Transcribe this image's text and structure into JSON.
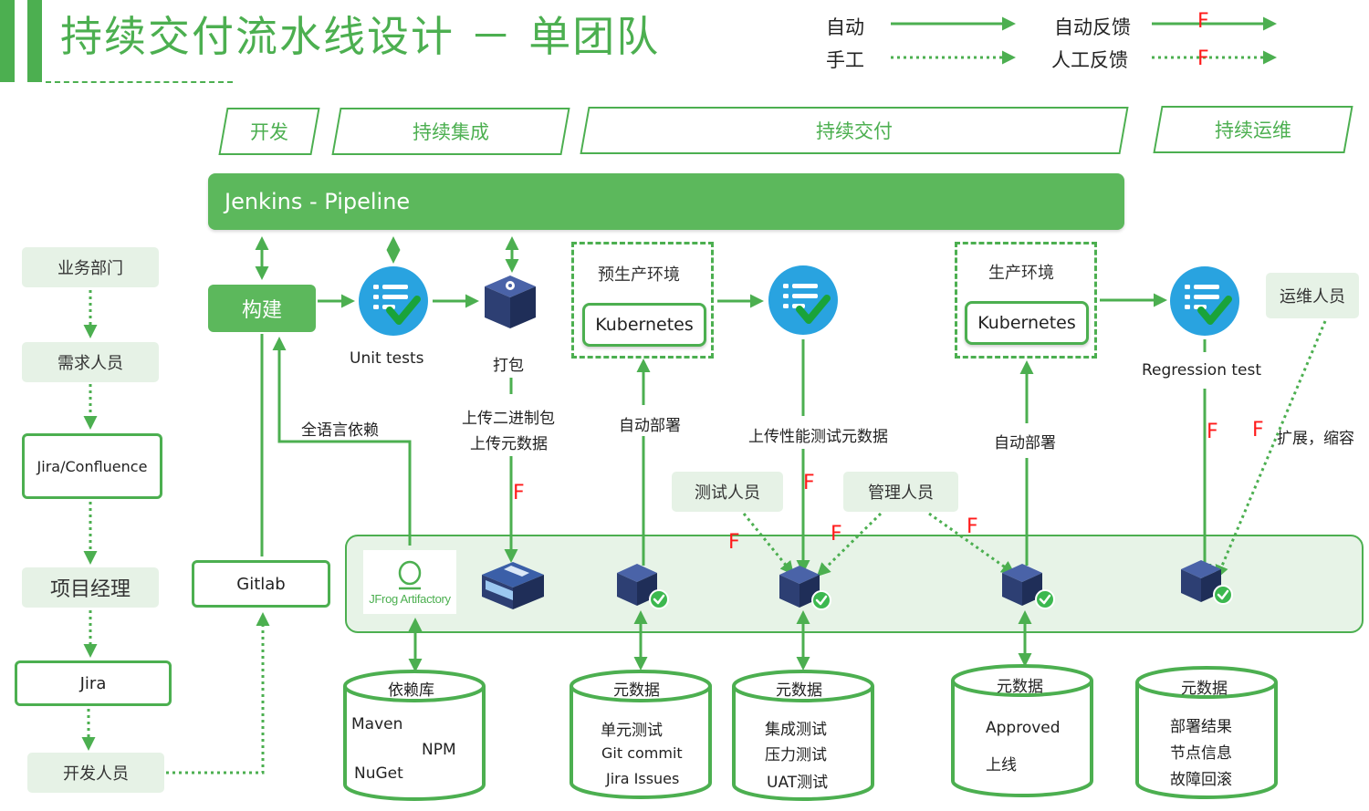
{
  "title": "持续交付流水线设计 － 单团队",
  "legend": {
    "auto": "自动",
    "manual": "手工",
    "auto_feedback": "自动反馈",
    "manual_feedback": "人工反馈",
    "f_mark": "F"
  },
  "phases": [
    "开发",
    "持续集成",
    "持续交付",
    "持续运维"
  ],
  "pipeline": "Jenkins - Pipeline",
  "roles": {
    "business": "业务部门",
    "requirements": "需求人员",
    "pm": "项目经理",
    "developer": "开发人员",
    "tester": "测试人员",
    "admin": "管理人员",
    "ops": "运维人员"
  },
  "boxes": {
    "jira_confluence": "Jira/Confluence",
    "jira": "Jira",
    "gitlab": "Gitlab",
    "build": "构建"
  },
  "steps": {
    "unit_tests": "Unit tests",
    "package": "打包",
    "regression": "Regression test"
  },
  "envs": {
    "preprod": "预生产环境",
    "prod": "生产环境",
    "kubernetes": "Kubernetes"
  },
  "edge_labels": {
    "all_deps": "全语言依赖",
    "upload_binary": "上传二进制包",
    "upload_meta": "上传元数据",
    "auto_deploy": "自动部署",
    "upload_perf": "上传性能测试元数据",
    "scale": "扩展，缩容"
  },
  "artifactory": "JFrog Artifactory",
  "cylinders": [
    {
      "title": "依赖库",
      "lines": [
        "Maven",
        "NPM",
        "NuGet"
      ]
    },
    {
      "title": "元数据",
      "lines": [
        "单元测试",
        "Git commit",
        "Jira Issues"
      ]
    },
    {
      "title": "元数据",
      "lines": [
        "集成测试",
        "压力测试",
        "UAT测试"
      ]
    },
    {
      "title": "元数据",
      "lines": [
        "Approved",
        "上线"
      ]
    },
    {
      "title": "元数据",
      "lines": [
        "部署结果",
        "节点信息",
        "故障回滚"
      ]
    }
  ],
  "colors": {
    "green": "#4caf50",
    "light_green": "#e7f3e7",
    "blue_circle": "#29a3e0",
    "cube": "#2d3f73",
    "feedback_red": "#ff1a1a"
  }
}
